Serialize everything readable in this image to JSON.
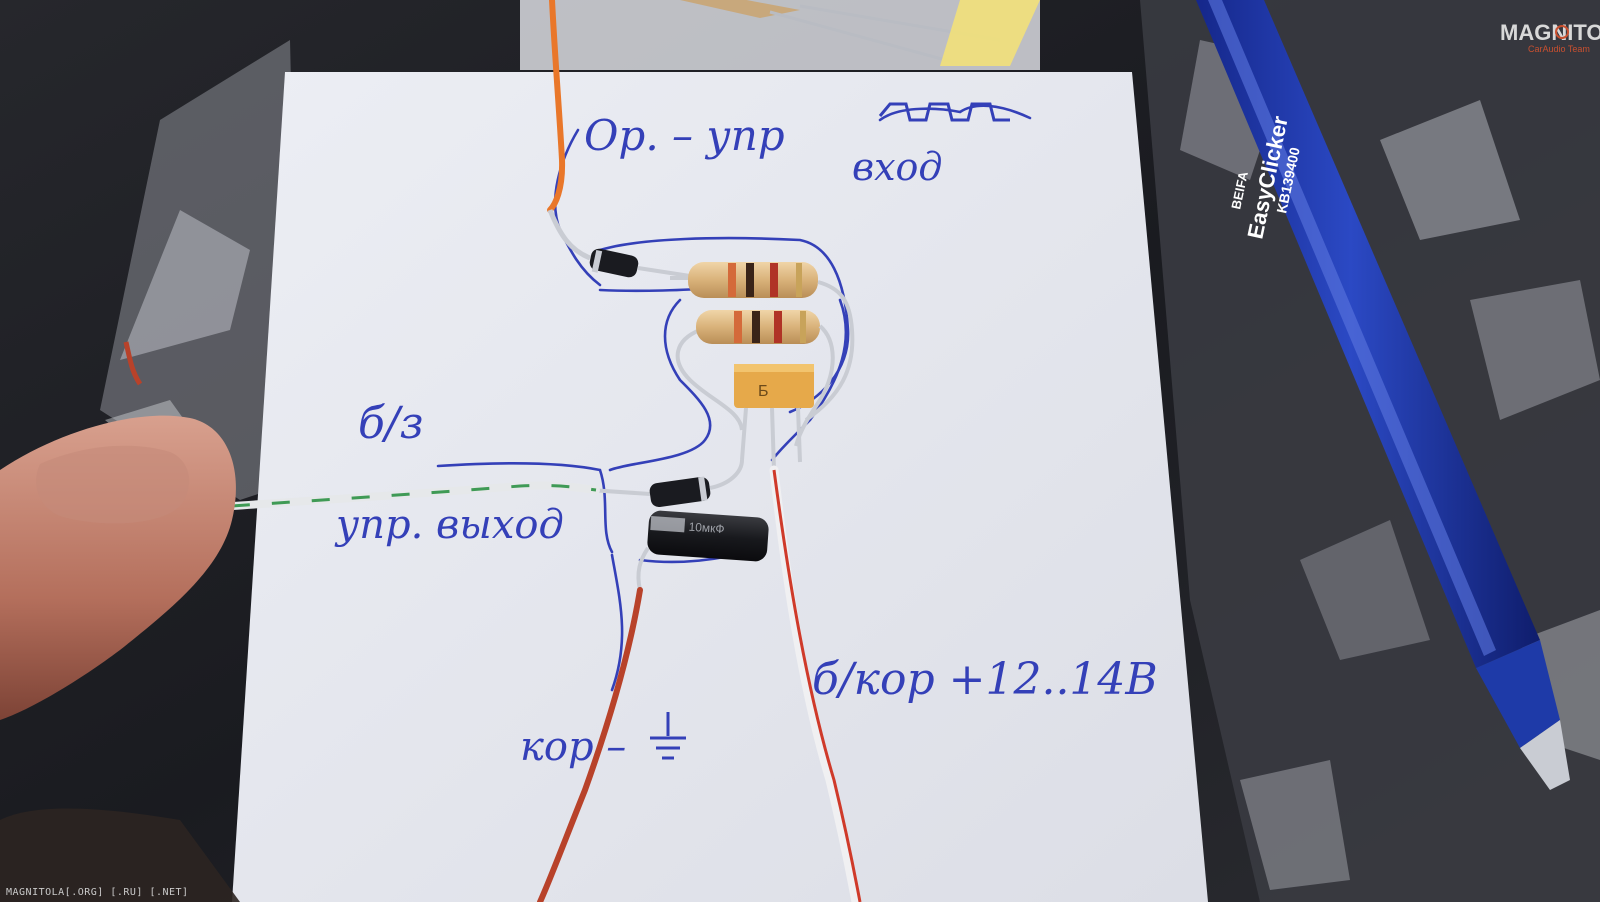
{
  "photo": {
    "watermark": {
      "brand": "MAGNITOLA",
      "sub": "CarAudio Team",
      "footer": "MAGNITOLA[.ORG] [.RU] [.NET]"
    },
    "notes": {
      "top": "Ор. – упр",
      "top_sub": "вход",
      "left_code": "б/з",
      "left": "упр. выход",
      "bottom_left": "кор –",
      "bottom_right": "б/кор +12..14В"
    },
    "capacitor_mark": "Б",
    "electrolytic_mark": "10мкФ",
    "pen": {
      "brand": "BEIFA",
      "model": "EasyClicker",
      "code": "KB139400"
    },
    "colors": {
      "ink": "#3440b8",
      "paper": "#e7e8ee",
      "orange_wire": "#e9772a",
      "red_wire": "#b8422a",
      "pen_body": "#1e3aa8"
    }
  }
}
